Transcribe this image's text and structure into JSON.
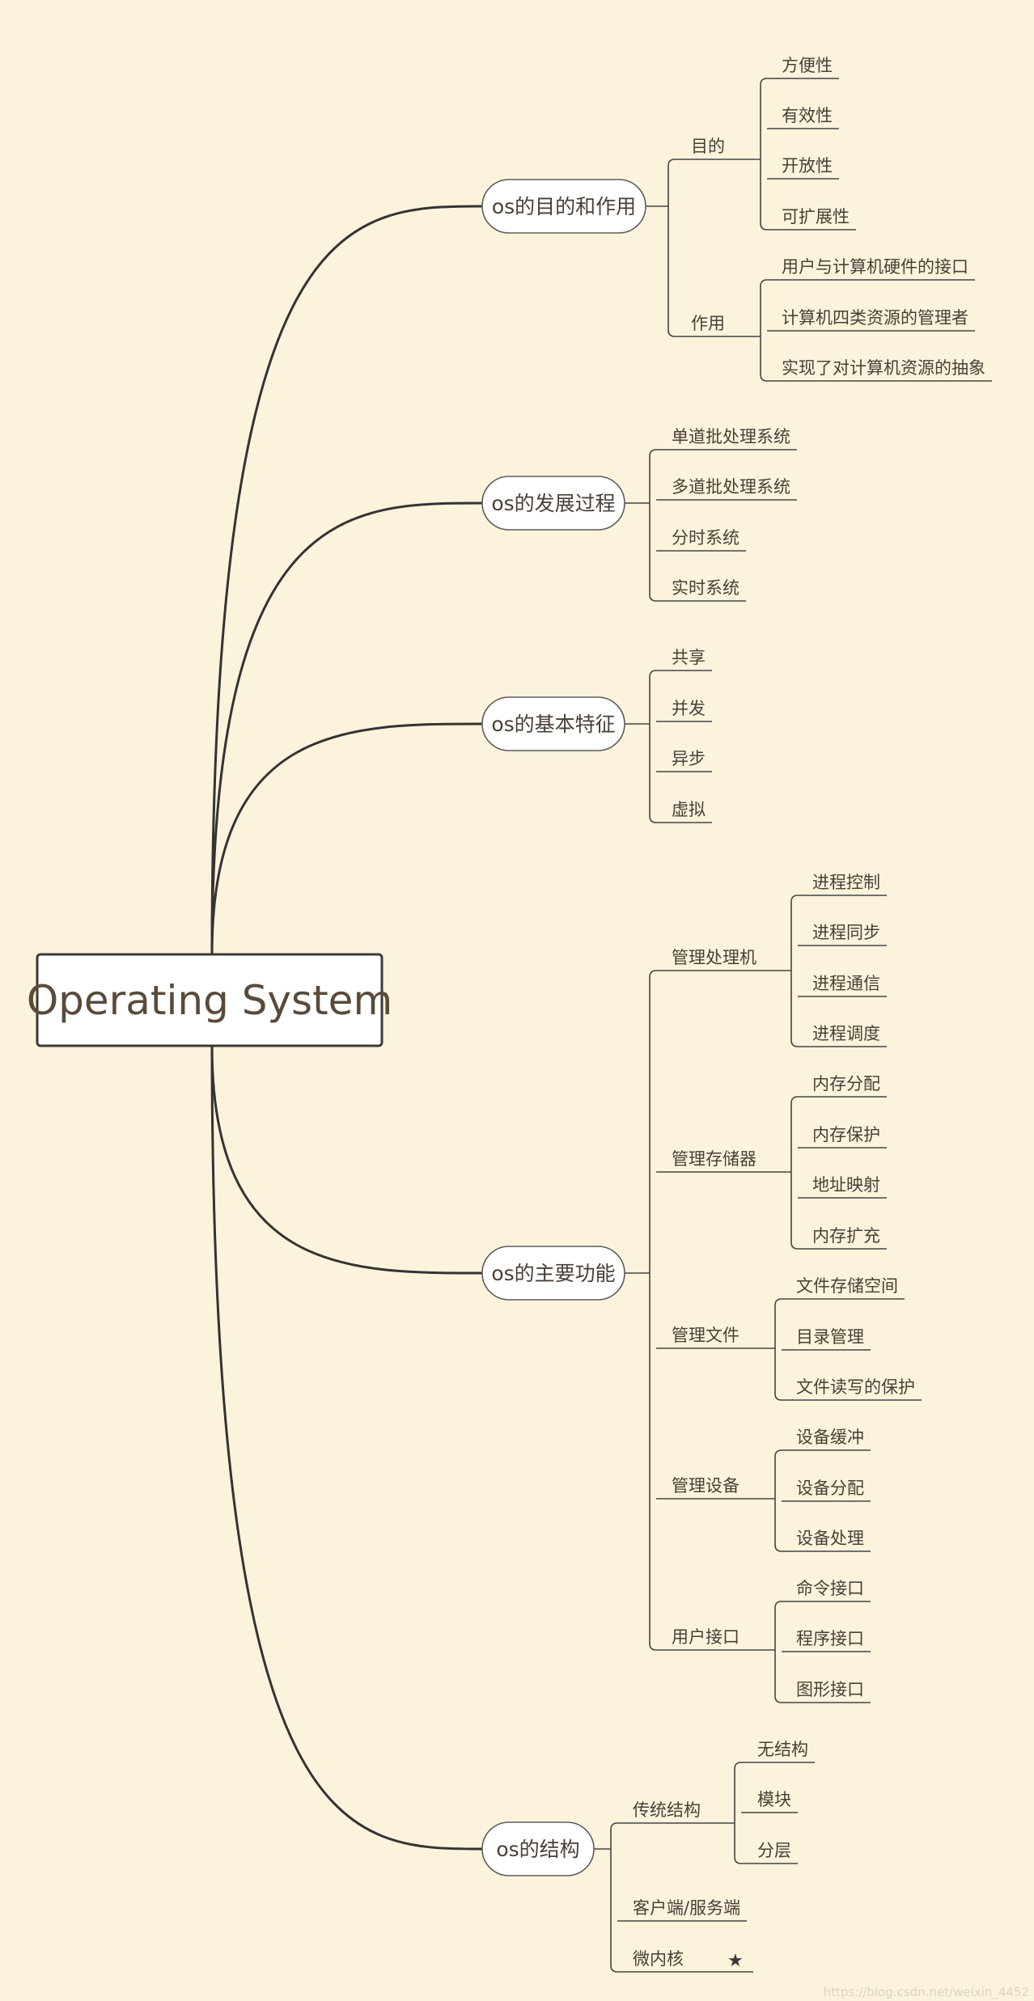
{
  "root": {
    "label": "Operating System"
  },
  "branches": [
    {
      "label": "os的目的和作用",
      "children": [
        {
          "label": "目的",
          "children": [
            {
              "label": "方便性"
            },
            {
              "label": "有效性"
            },
            {
              "label": "开放性"
            },
            {
              "label": "可扩展性"
            }
          ]
        },
        {
          "label": "作用",
          "children": [
            {
              "label": "用户与计算机硬件的接口"
            },
            {
              "label": "计算机四类资源的管理者"
            },
            {
              "label": "实现了对计算机资源的抽象"
            }
          ]
        }
      ]
    },
    {
      "label": "os的发展过程",
      "children": [
        {
          "label": "单道批处理系统"
        },
        {
          "label": "多道批处理系统"
        },
        {
          "label": "分时系统"
        },
        {
          "label": "实时系统"
        }
      ]
    },
    {
      "label": "os的基本特征",
      "children": [
        {
          "label": "共享"
        },
        {
          "label": "并发"
        },
        {
          "label": "异步"
        },
        {
          "label": "虚拟"
        }
      ]
    },
    {
      "label": "os的主要功能",
      "children": [
        {
          "label": "管理处理机",
          "children": [
            {
              "label": "进程控制"
            },
            {
              "label": "进程同步"
            },
            {
              "label": "进程通信"
            },
            {
              "label": "进程调度"
            }
          ]
        },
        {
          "label": "管理存储器",
          "children": [
            {
              "label": "内存分配"
            },
            {
              "label": "内存保护"
            },
            {
              "label": "地址映射"
            },
            {
              "label": "内存扩充"
            }
          ]
        },
        {
          "label": "管理文件",
          "children": [
            {
              "label": "文件存储空间"
            },
            {
              "label": "目录管理"
            },
            {
              "label": "文件读写的保护"
            }
          ]
        },
        {
          "label": "管理设备",
          "children": [
            {
              "label": "设备缓冲"
            },
            {
              "label": "设备分配"
            },
            {
              "label": "设备处理"
            }
          ]
        },
        {
          "label": "用户接口",
          "children": [
            {
              "label": "命令接口"
            },
            {
              "label": "程序接口"
            },
            {
              "label": "图形接口"
            }
          ]
        }
      ]
    },
    {
      "label": "os的结构",
      "children": [
        {
          "label": "传统结构",
          "children": [
            {
              "label": "无结构"
            },
            {
              "label": "模块"
            },
            {
              "label": "分层"
            }
          ]
        },
        {
          "label": "客户端/服务端"
        },
        {
          "label": "微内核",
          "marker": "★"
        }
      ]
    }
  ],
  "watermark": "https://blog.csdn.net/weixin_4452"
}
